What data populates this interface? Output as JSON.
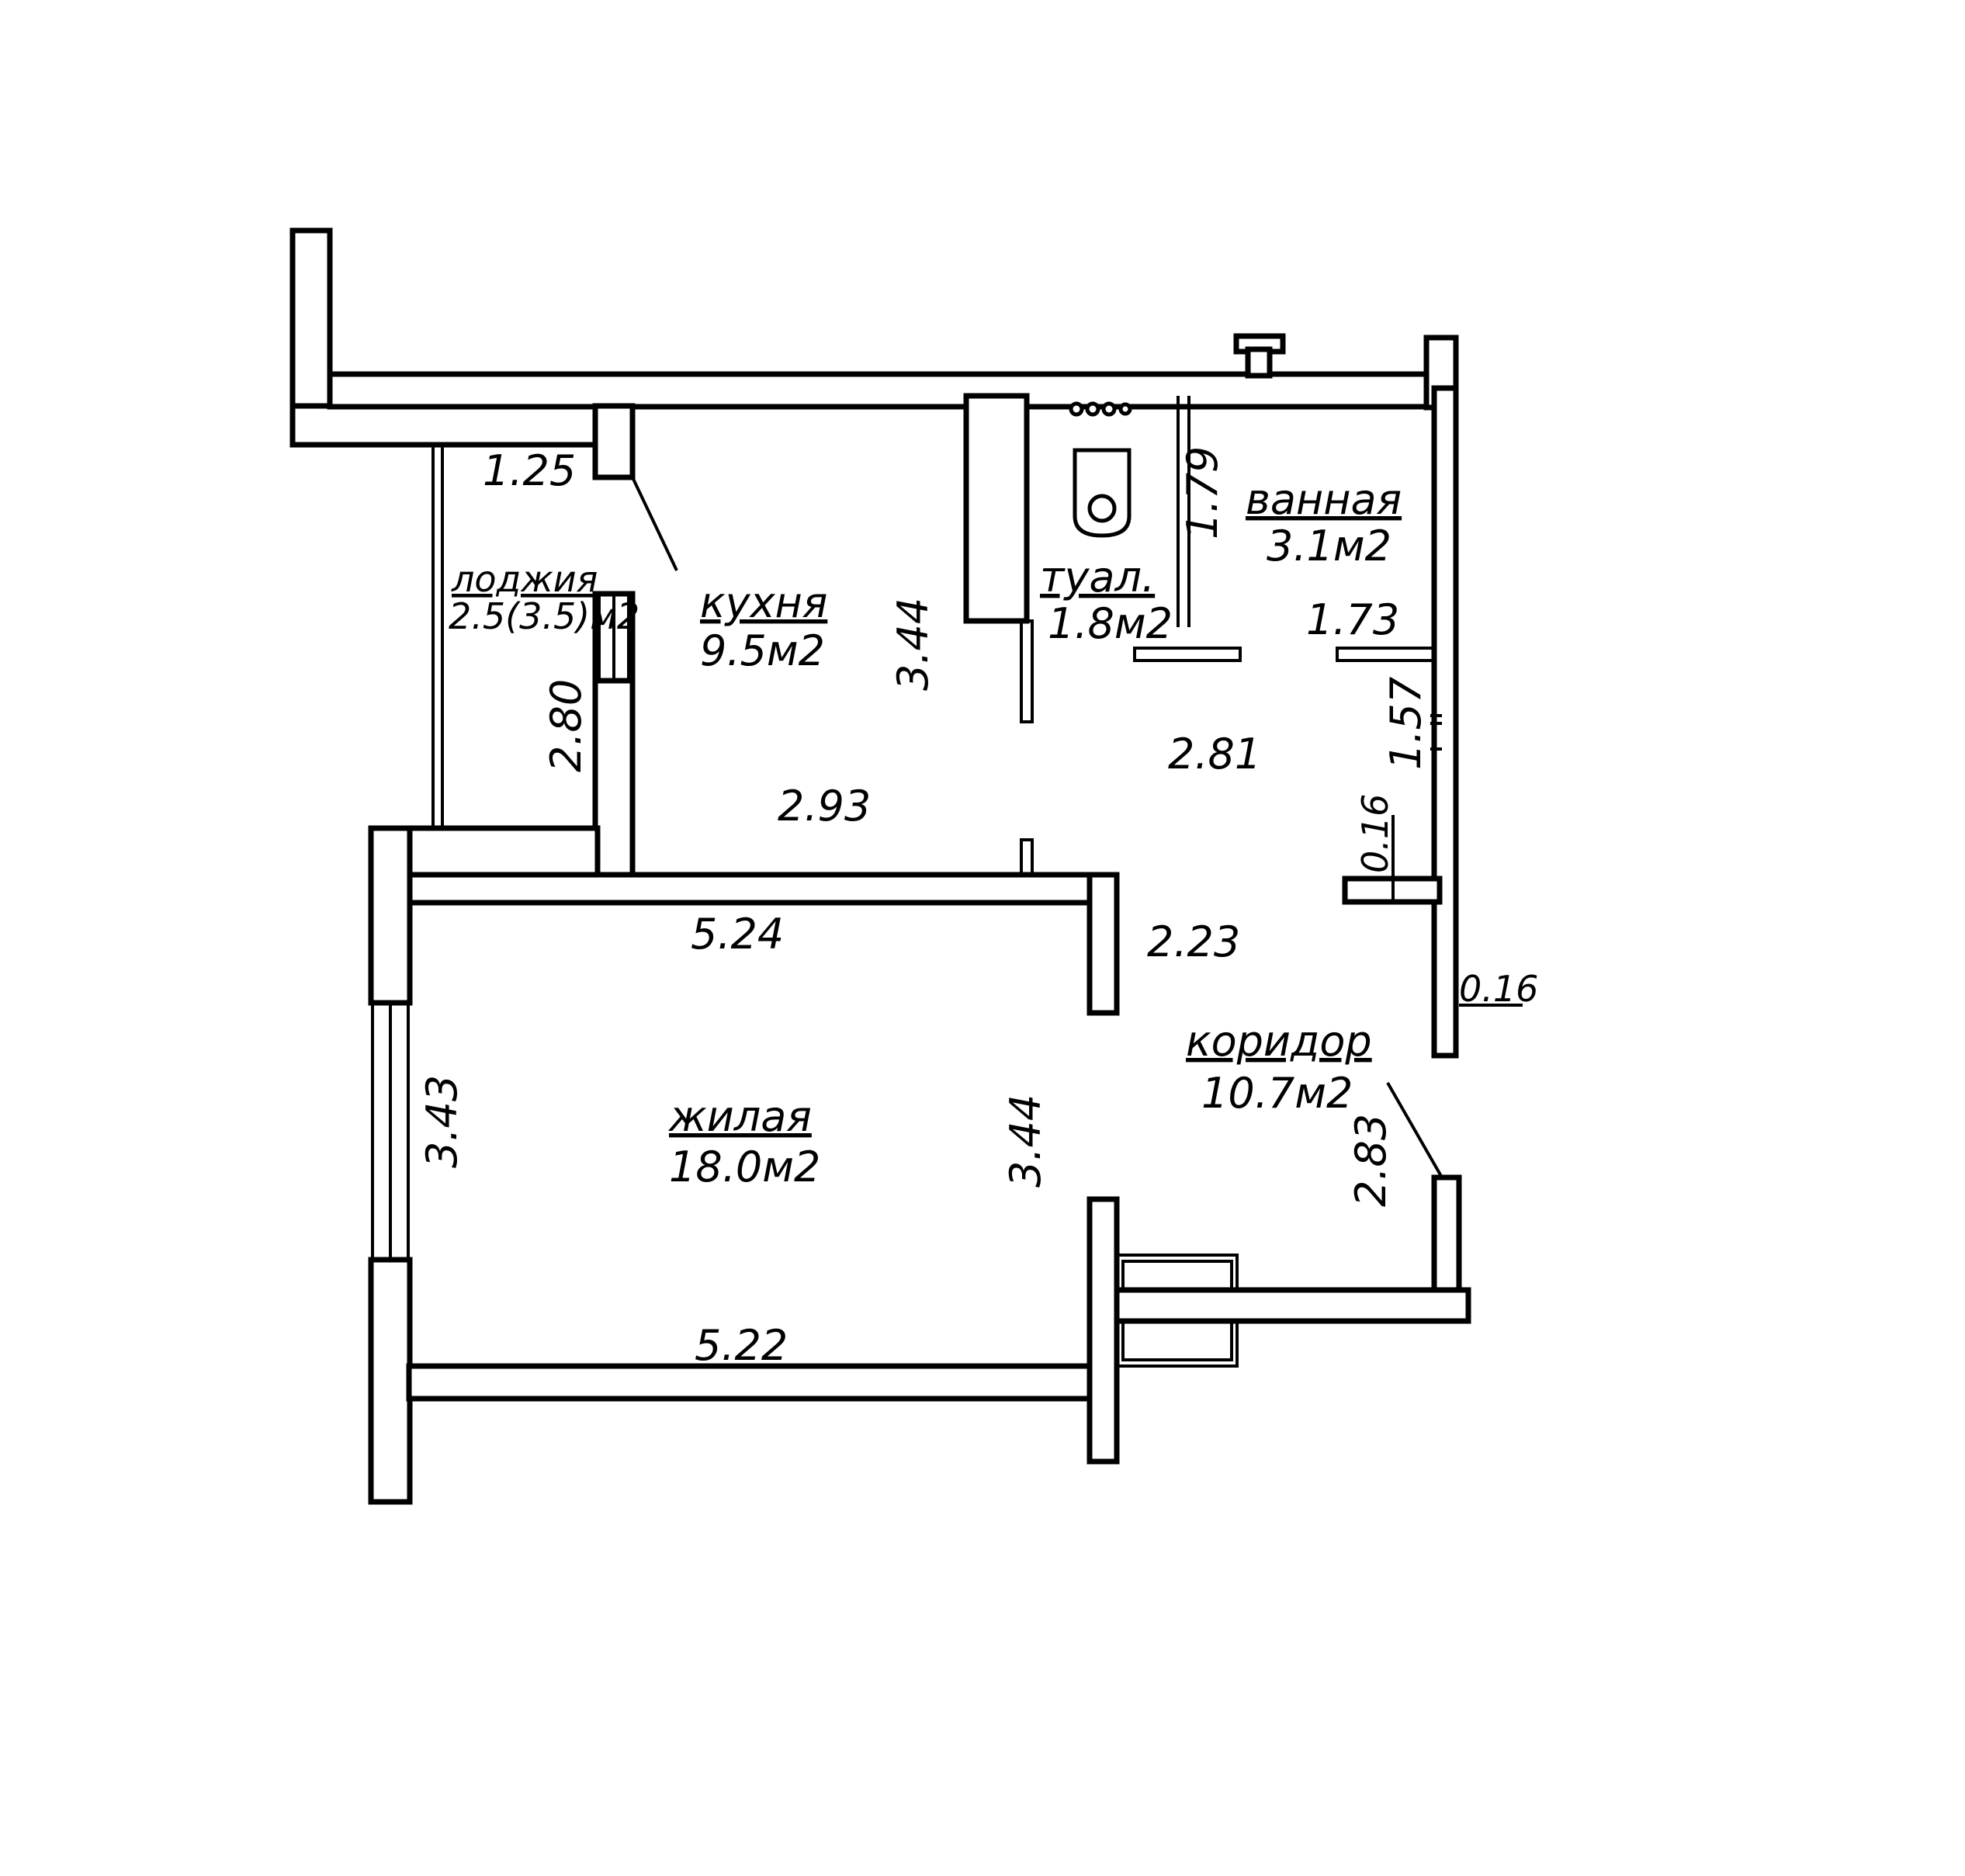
{
  "rooms": {
    "kitchen": {
      "name": "кухня",
      "area": "9.5м2"
    },
    "toilet": {
      "name": "туал.",
      "area": "1.8м2"
    },
    "bathroom": {
      "name": "ванная",
      "area": "3.1м2"
    },
    "loggia": {
      "name": "лоджия",
      "area": "2.5(3.5)м2"
    },
    "living": {
      "name": "жилая",
      "area": "18.0м2"
    },
    "corridor": {
      "name": "коридор",
      "area": "10.7м2"
    }
  },
  "dimensions": {
    "loggia_width": "1.25",
    "loggia_length": "2.80",
    "kitchen_depth": "3.44",
    "kitchen_width": "2.93",
    "toilet_length": "1.79",
    "bathroom_width": "1.73",
    "corridor_upper": "2.81",
    "corridor_niche": "1.57",
    "wall_thin_a": "0.16",
    "wall_thin_b": "0.16",
    "living_top": "5.24",
    "corridor_lower": "2.23",
    "living_window": "3.43",
    "living_depth": "3.44",
    "living_bottom": "5.22",
    "corridor_entry": "2.83"
  }
}
